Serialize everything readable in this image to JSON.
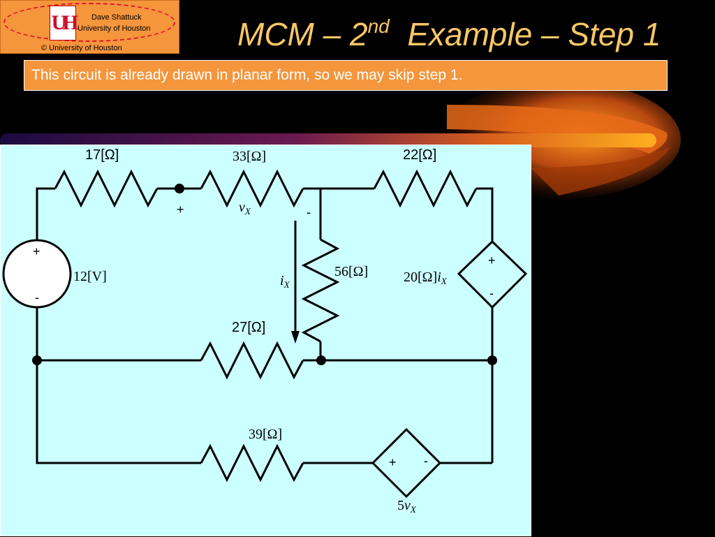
{
  "logo": {
    "mark": "UH",
    "name": "Dave Shattuck",
    "university": "University of Houston",
    "copyright": "© University of Houston"
  },
  "title": {
    "prefix": "MCM – 2",
    "superscript": "nd",
    "suffix": "Example – Step 1"
  },
  "subtitle": "This circuit is already drawn in planar form, so we may skip step 1.",
  "circuit": {
    "r17": "17[Ω]",
    "r33": "33[Ω]",
    "r22": "22[Ω]",
    "r56": "56[Ω]",
    "r27": "27[Ω]",
    "r39": "39[Ω]",
    "vsrc": "12[V]",
    "vsrc_plus": "+",
    "vsrc_minus": "-",
    "vx_plus": "+",
    "vx_minus": "-",
    "vx_symbol": "v",
    "vx_sub": "X",
    "ix_symbol": "i",
    "ix_sub": "X",
    "dep1_prefix": "20[Ω]",
    "dep1_symbol": "i",
    "dep1_sub": "X",
    "dep1_plus": "+",
    "dep1_minus": "-",
    "dep2_coef": "5",
    "dep2_symbol": "v",
    "dep2_sub": "X",
    "dep2_plus": "+",
    "dep2_minus": "-"
  },
  "colors": {
    "background": "#000000",
    "accent_orange": "#f5953c",
    "title_gold": "#f9c766",
    "panel_cyan": "#ccffff",
    "logo_red": "#c8102e"
  }
}
